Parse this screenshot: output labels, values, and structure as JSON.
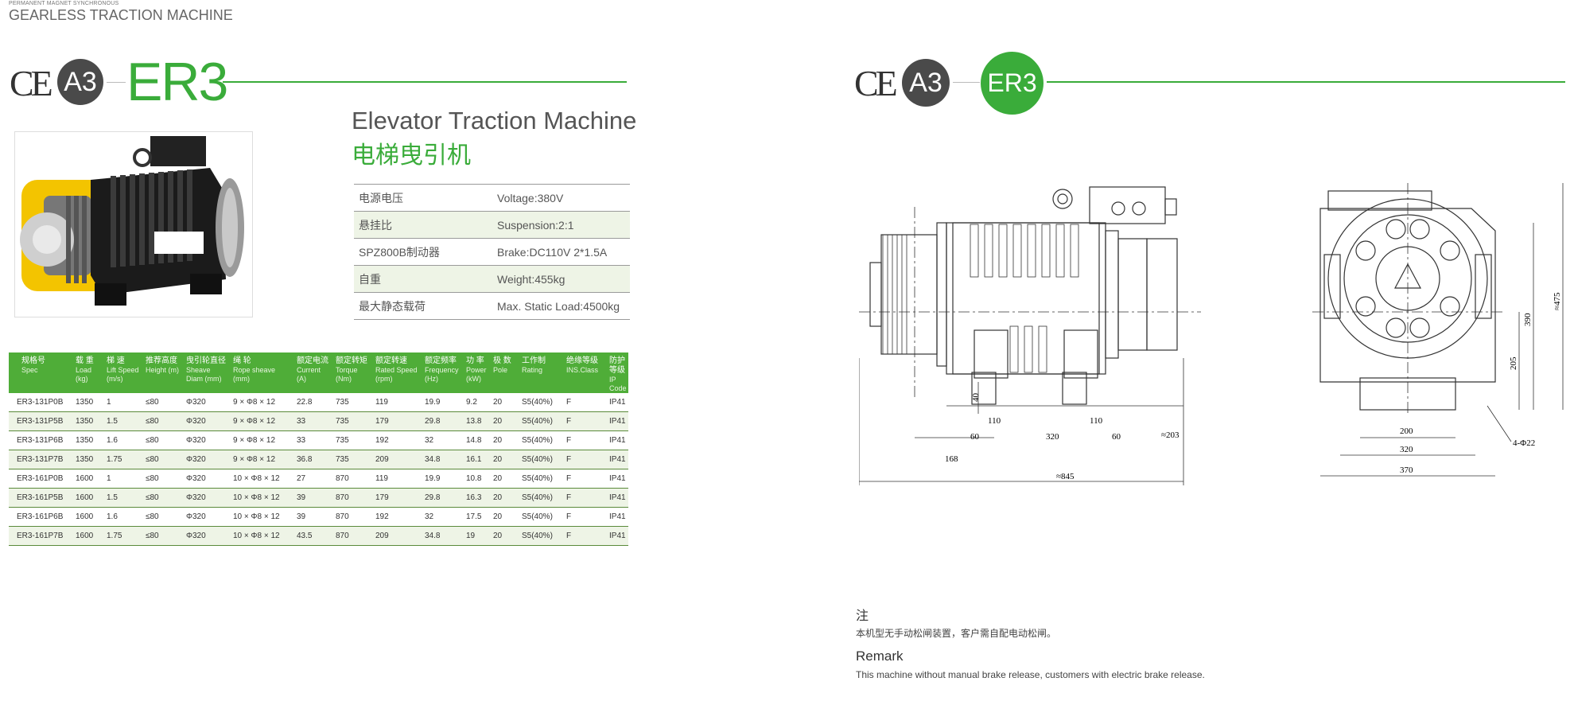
{
  "header": {
    "small": "PERMANENT MAGNET SYNCHRONOUS",
    "big": "GEARLESS TRACTION MACHINE"
  },
  "badges": {
    "ce": "CE",
    "a3": "A3",
    "er3": "ER3"
  },
  "title": {
    "en": "Elevator Traction Machine",
    "cn": "电梯曳引机"
  },
  "specs": [
    {
      "label": "电源电压",
      "value": "Voltage:380V"
    },
    {
      "label": "悬挂比",
      "value": "Suspension:2:1"
    },
    {
      "label": "SPZ800B制动器",
      "value": "Brake:DC110V 2*1.5A"
    },
    {
      "label": "自重",
      "value": "Weight:455kg"
    },
    {
      "label": "最大静态载荷",
      "value": "Max. Static Load:4500kg"
    }
  ],
  "table": {
    "headers": [
      {
        "cn": "规格号",
        "en": "Spec"
      },
      {
        "cn": "载 重",
        "en": "Load (kg)"
      },
      {
        "cn": "梯 速",
        "en": "Lift Speed (m/s)"
      },
      {
        "cn": "推荐高度",
        "en": "Height (m)"
      },
      {
        "cn": "曳引轮直径",
        "en": "Sheave Diam (mm)"
      },
      {
        "cn": "绳 轮",
        "en": "Rope sheave (mm)"
      },
      {
        "cn": "额定电流",
        "en": "Current (A)"
      },
      {
        "cn": "额定转矩",
        "en": "Torque (Nm)"
      },
      {
        "cn": "额定转速",
        "en": "Rated Speed (rpm)"
      },
      {
        "cn": "额定频率",
        "en": "Frequency (Hz)"
      },
      {
        "cn": "功 率",
        "en": "Power (kW)"
      },
      {
        "cn": "极 数",
        "en": "Pole"
      },
      {
        "cn": "工作制",
        "en": "Rating"
      },
      {
        "cn": "绝缘等级",
        "en": "INS.Class"
      },
      {
        "cn": "防护等级",
        "en": "IP Code"
      }
    ],
    "rows": [
      [
        "ER3-131P0B",
        "1350",
        "1",
        "≤80",
        "Φ320",
        "9 × Φ8 × 12",
        "22.8",
        "735",
        "119",
        "19.9",
        "9.2",
        "20",
        "S5(40%)",
        "F",
        "IP41"
      ],
      [
        "ER3-131P5B",
        "1350",
        "1.5",
        "≤80",
        "Φ320",
        "9 × Φ8 × 12",
        "33",
        "735",
        "179",
        "29.8",
        "13.8",
        "20",
        "S5(40%)",
        "F",
        "IP41"
      ],
      [
        "ER3-131P6B",
        "1350",
        "1.6",
        "≤80",
        "Φ320",
        "9 × Φ8 × 12",
        "33",
        "735",
        "192",
        "32",
        "14.8",
        "20",
        "S5(40%)",
        "F",
        "IP41"
      ],
      [
        "ER3-131P7B",
        "1350",
        "1.75",
        "≤80",
        "Φ320",
        "9 × Φ8 × 12",
        "36.8",
        "735",
        "209",
        "34.8",
        "16.1",
        "20",
        "S5(40%)",
        "F",
        "IP41"
      ],
      [
        "ER3-161P0B",
        "1600",
        "1",
        "≤80",
        "Φ320",
        "10 × Φ8 × 12",
        "27",
        "870",
        "119",
        "19.9",
        "10.8",
        "20",
        "S5(40%)",
        "F",
        "IP41"
      ],
      [
        "ER3-161P5B",
        "1600",
        "1.5",
        "≤80",
        "Φ320",
        "10 × Φ8 × 12",
        "39",
        "870",
        "179",
        "29.8",
        "16.3",
        "20",
        "S5(40%)",
        "F",
        "IP41"
      ],
      [
        "ER3-161P6B",
        "1600",
        "1.6",
        "≤80",
        "Φ320",
        "10 × Φ8 × 12",
        "39",
        "870",
        "192",
        "32",
        "17.5",
        "20",
        "S5(40%)",
        "F",
        "IP41"
      ],
      [
        "ER3-161P7B",
        "1600",
        "1.75",
        "≤80",
        "Φ320",
        "10 × Φ8 × 12",
        "43.5",
        "870",
        "209",
        "34.8",
        "19",
        "20",
        "S5(40%)",
        "F",
        "IP41"
      ]
    ]
  },
  "drawing": {
    "dims": {
      "d40": "40",
      "d110a": "110",
      "d60a": "60",
      "d320": "320",
      "d110b": "110",
      "d60b": "60",
      "d203": "≈203",
      "d168": "168",
      "d845": "≈845",
      "d200": "200",
      "d320b": "320",
      "d370": "370",
      "d205": "205",
      "d390": "390",
      "d475": "≈475",
      "d4phi": "4-Φ22"
    }
  },
  "notes": {
    "cn_title": "注",
    "cn_text": "本机型无手动松闸装置，客户需自配电动松闸。",
    "en_title": "Remark",
    "en_text": "This machine without manual brake release, customers with electric brake release."
  }
}
